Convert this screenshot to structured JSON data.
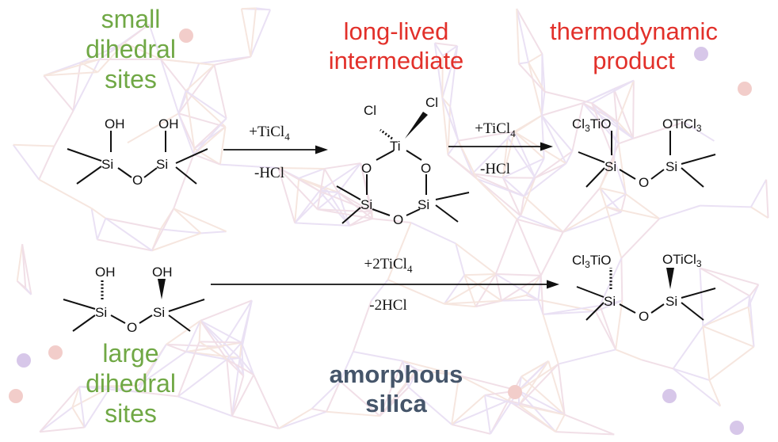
{
  "labels": {
    "small_sites": [
      "small",
      "dihedral",
      "sites"
    ],
    "large_sites": [
      "large",
      "dihedral",
      "sites"
    ],
    "intermediate": [
      "long-lived",
      "intermediate"
    ],
    "product": [
      "thermodynamic",
      "product"
    ],
    "silica": [
      "amorphous",
      "silica"
    ]
  },
  "reactions": {
    "top_left": {
      "reagent": "+TiCl",
      "reagent_sub": "4",
      "byproduct": "-HCl"
    },
    "top_right": {
      "reagent": "+TiCl",
      "reagent_sub": "4",
      "byproduct": "-HCl"
    },
    "bottom": {
      "reagent": "+2TiCl",
      "reagent_sub": "4",
      "byproduct": "-2HCl"
    }
  },
  "atoms": {
    "oh": "OH",
    "si": "Si",
    "o": "O",
    "ti": "Ti",
    "cl": "Cl",
    "otic_left_a": "Cl",
    "otic_left_sub": "3",
    "otic_left_b": "TiO",
    "otic_right_a": "OTiCl",
    "otic_right_sub": "3"
  },
  "colors": {
    "green": "#70a845",
    "red": "#e2302a",
    "silica_text": "#45556a",
    "bond": "#111111",
    "background_network": "#e6c6d4"
  }
}
